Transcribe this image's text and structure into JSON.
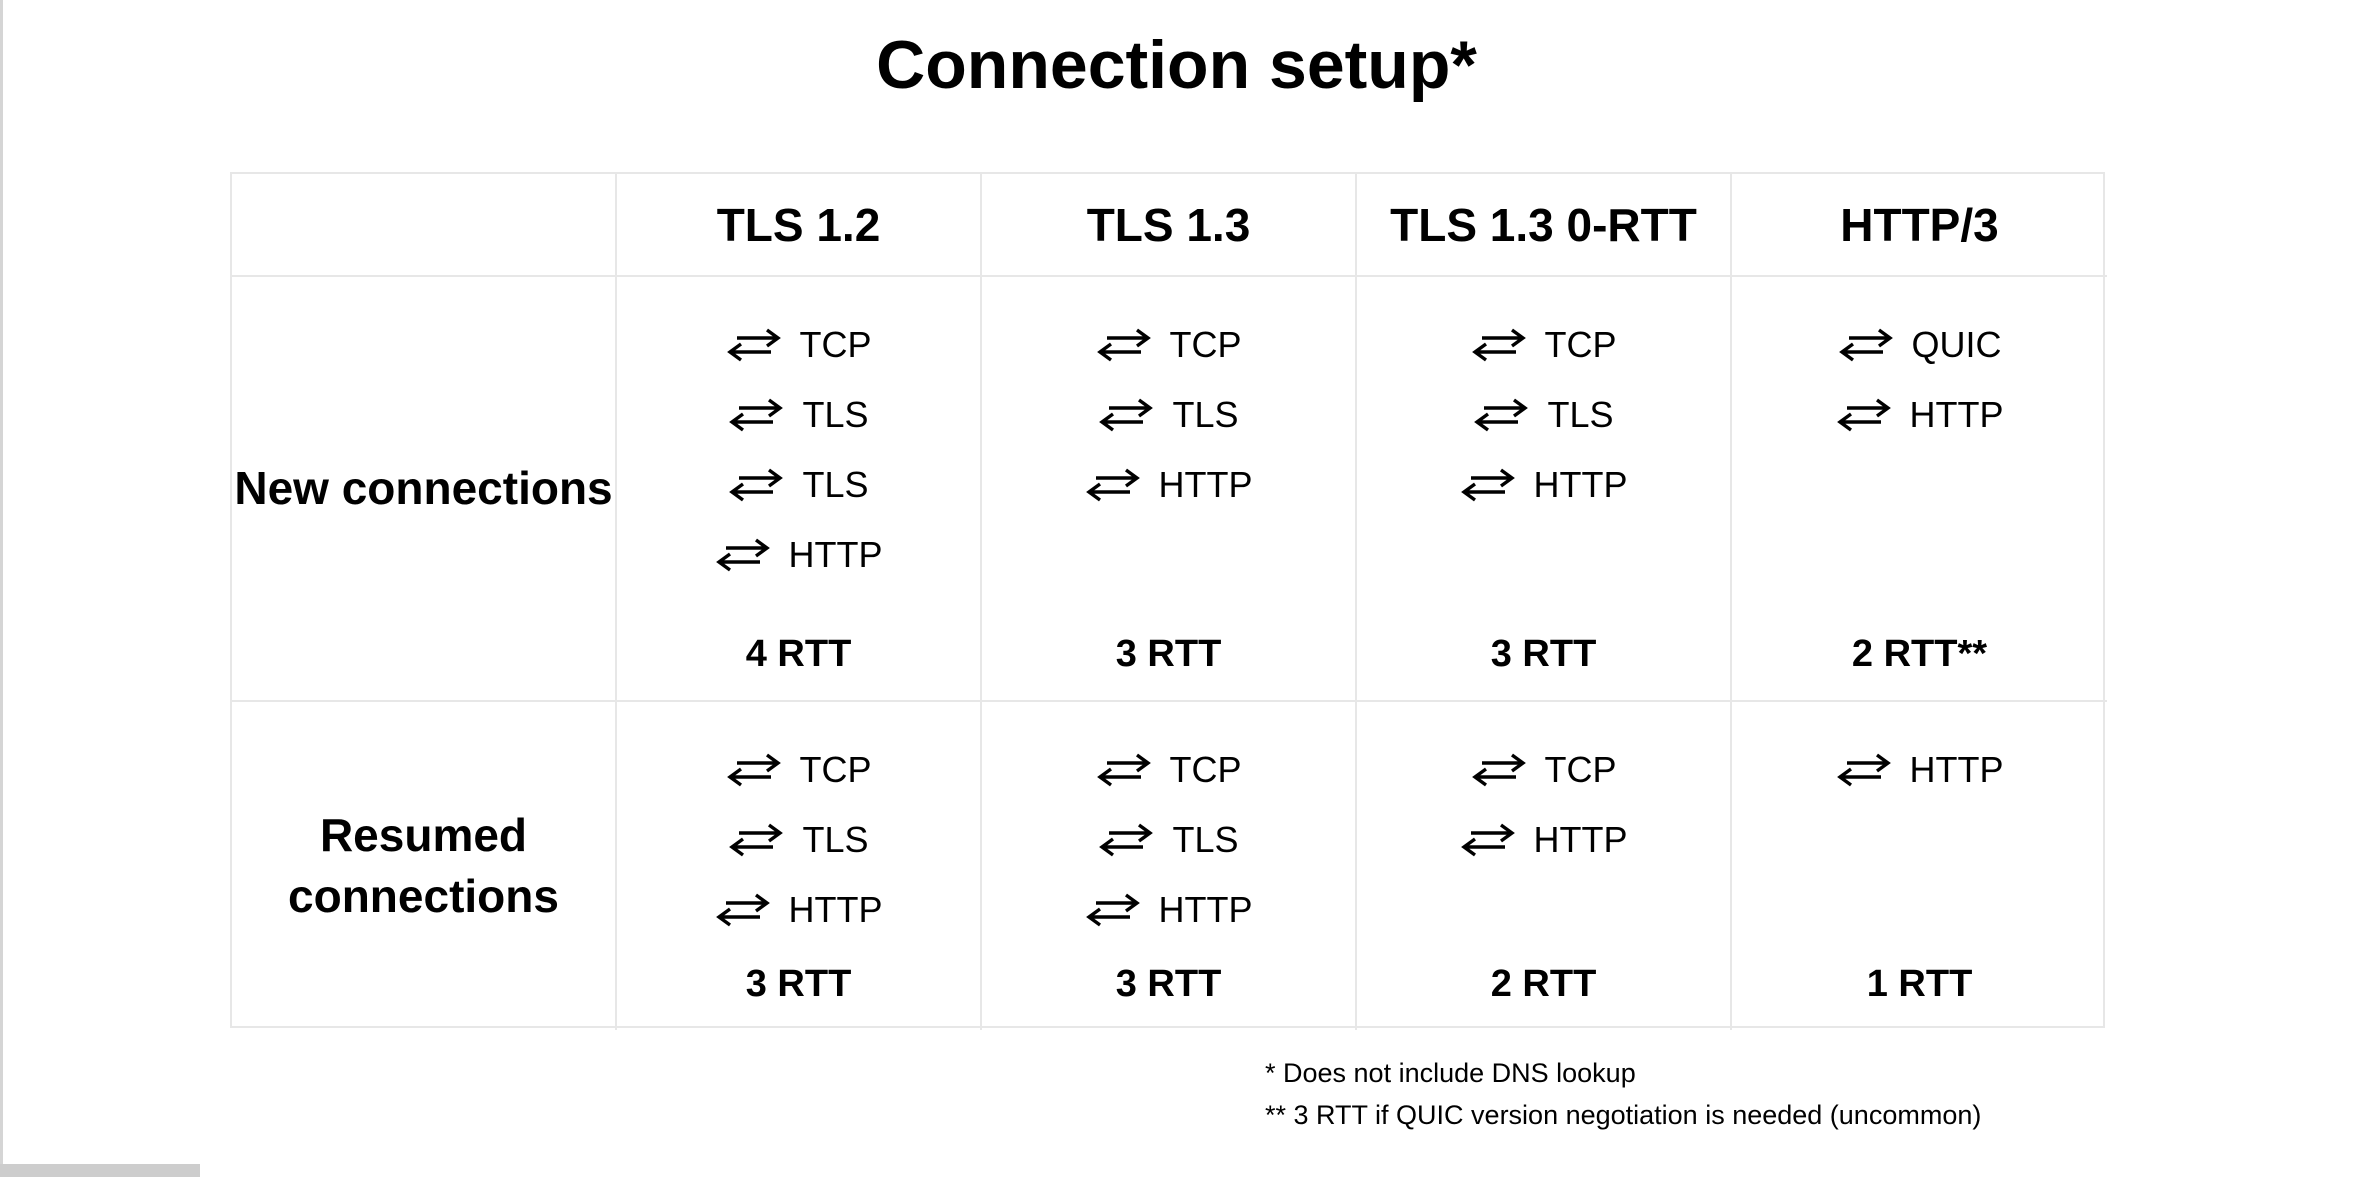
{
  "title": "Connection setup*",
  "table": {
    "columns": [
      "TLS 1.2",
      "TLS 1.3",
      "TLS 1.3 0-RTT",
      "HTTP/3"
    ],
    "rows": [
      {
        "label": "New connections",
        "cells": [
          {
            "column": "TLS 1.2",
            "steps": [
              "TCP",
              "TLS",
              "TLS",
              "HTTP"
            ],
            "rtt": "4 RTT"
          },
          {
            "column": "TLS 1.3",
            "steps": [
              "TCP",
              "TLS",
              "HTTP"
            ],
            "rtt": "3 RTT"
          },
          {
            "column": "TLS 1.3 0-RTT",
            "steps": [
              "TCP",
              "TLS",
              "HTTP"
            ],
            "rtt": "3 RTT"
          },
          {
            "column": "HTTP/3",
            "steps": [
              "QUIC",
              "HTTP"
            ],
            "rtt": "2 RTT**"
          }
        ]
      },
      {
        "label": "Resumed connections",
        "cells": [
          {
            "column": "TLS 1.2",
            "steps": [
              "TCP",
              "TLS",
              "HTTP"
            ],
            "rtt": "3 RTT"
          },
          {
            "column": "TLS 1.3",
            "steps": [
              "TCP",
              "TLS",
              "HTTP"
            ],
            "rtt": "3 RTT"
          },
          {
            "column": "TLS 1.3 0-RTT",
            "steps": [
              "TCP",
              "HTTP"
            ],
            "rtt": "2 RTT"
          },
          {
            "column": "HTTP/3",
            "steps": [
              "HTTP"
            ],
            "rtt": "1 RTT"
          }
        ]
      }
    ]
  },
  "footnotes": [
    "* Does not include DNS lookup",
    "** 3 RTT if QUIC version negotiation is needed (uncommon)"
  ],
  "icons": {
    "round_trip": "round-trip-arrows-icon"
  },
  "colors": {
    "text": "#000000",
    "table_border": "#e7e7e7",
    "window_edge": "#d5d5d5"
  }
}
